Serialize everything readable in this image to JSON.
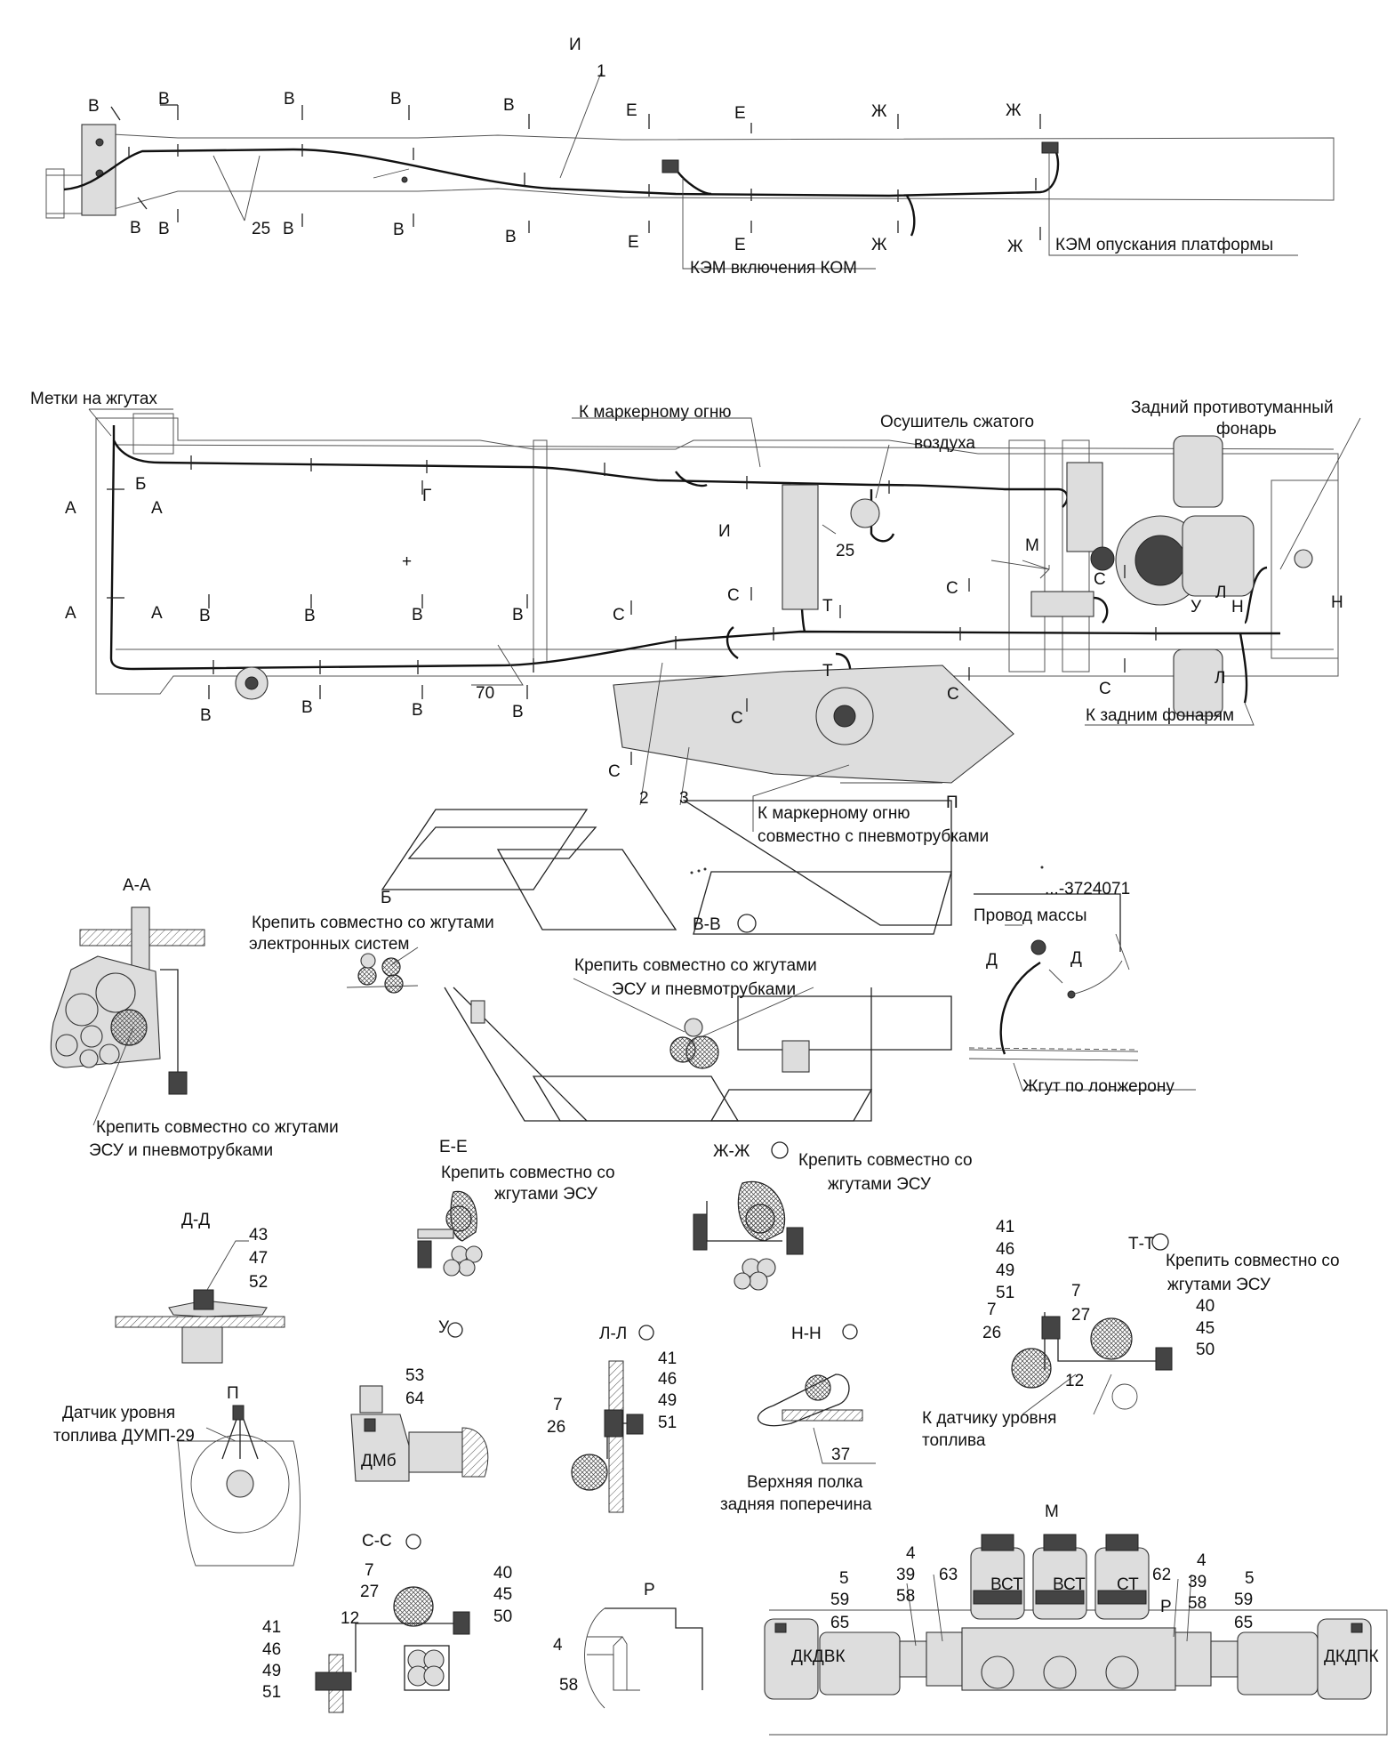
{
  "labels": {
    "I_top": "И",
    "pos1": "1",
    "Vsec": "В",
    "Esec": "Е",
    "Zhsec": "Ж",
    "pos25": "25",
    "kem_kom": "КЭМ включения КОМ",
    "kem_platform": "КЭМ опускания платформы",
    "metki": "Метки на жгутах",
    "k_marker": "К маркерному огню",
    "osushitel1": "Осушитель сжатого",
    "osushitel2": "воздуха",
    "zadniy1": "Задний противотуманный",
    "zadniy2": "фонарь",
    "Asec": "А",
    "Bsec": "Б",
    "Gsec": "Г",
    "Isec": "И",
    "Msec": "М",
    "Ssec": "С",
    "Tsec": "Т",
    "Usec": "У",
    "Lsec": "Л",
    "Nsec": "Н",
    "pos70": "70",
    "pos2": "2",
    "pos3": "3",
    "k_zadnim": "К задним фонарям",
    "k_marker2_1": "К маркерному огню",
    "k_marker2_2": "совместно с пневмотрубками",
    "Psec": "П",
    "secAA": "А-А",
    "secB": "Б",
    "secVV": "В-В",
    "krepit_el1": "Крепить совместно со жгутами",
    "krepit_el2": "электронных систем",
    "krepit_esu_p1": "Крепить совместно со жгутами",
    "krepit_esu_p2": "ЭСУ и пневмотрубками",
    "part3724071": "...-3724071",
    "provod_massy": "Провод массы",
    "Dsec": "Д",
    "zhgut_lonzh": "Жгут по лонжерону",
    "krepit_aa1": "Крепить совместно со жгутами",
    "krepit_aa2": "ЭСУ и пневмотрубками",
    "secEE": "Е-Е",
    "krepit_ee1": "Крепить совместно со",
    "krepit_ee2": "жгутами ЭСУ",
    "secZhZh": "Ж-Ж",
    "krepit_zh1": "Крепить совместно со",
    "krepit_zh2": "жгутами ЭСУ",
    "secDD": "Д-Д",
    "n43": "43",
    "n47": "47",
    "n52": "52",
    "secTT": "Т-Т",
    "krepit_tt1": "Крепить совместно со",
    "krepit_tt2": "жгутами ЭСУ",
    "n41": "41",
    "n46": "46",
    "n49": "49",
    "n51": "51",
    "n7": "7",
    "n26": "26",
    "n27": "27",
    "n12": "12",
    "n40": "40",
    "n45": "45",
    "n50": "50",
    "secU": "У",
    "n53": "53",
    "n64": "64",
    "secLL": "Л-Л",
    "secNN": "Н-Н",
    "n37": "37",
    "verh1": "Верхняя полка",
    "verh2": "задняя поперечина",
    "k_datchiku1": "К датчику уровня",
    "k_datchiku2": "топлива",
    "secP": "П",
    "datchik1": "Датчик уровня",
    "datchik2": "топлива ДУМП-29",
    "secSS": "С-С",
    "secPsmall": "Р",
    "n4": "4",
    "n58": "58",
    "secM": "М",
    "n5": "5",
    "n59": "59",
    "n65": "65",
    "n39": "39",
    "n63": "63",
    "n62": "62",
    "vst": "ВСТ",
    "st": "СТ",
    "dkdvk": "ДКДВК",
    "dkdpk": "ДКДПК",
    "dmb": "ДМб"
  }
}
